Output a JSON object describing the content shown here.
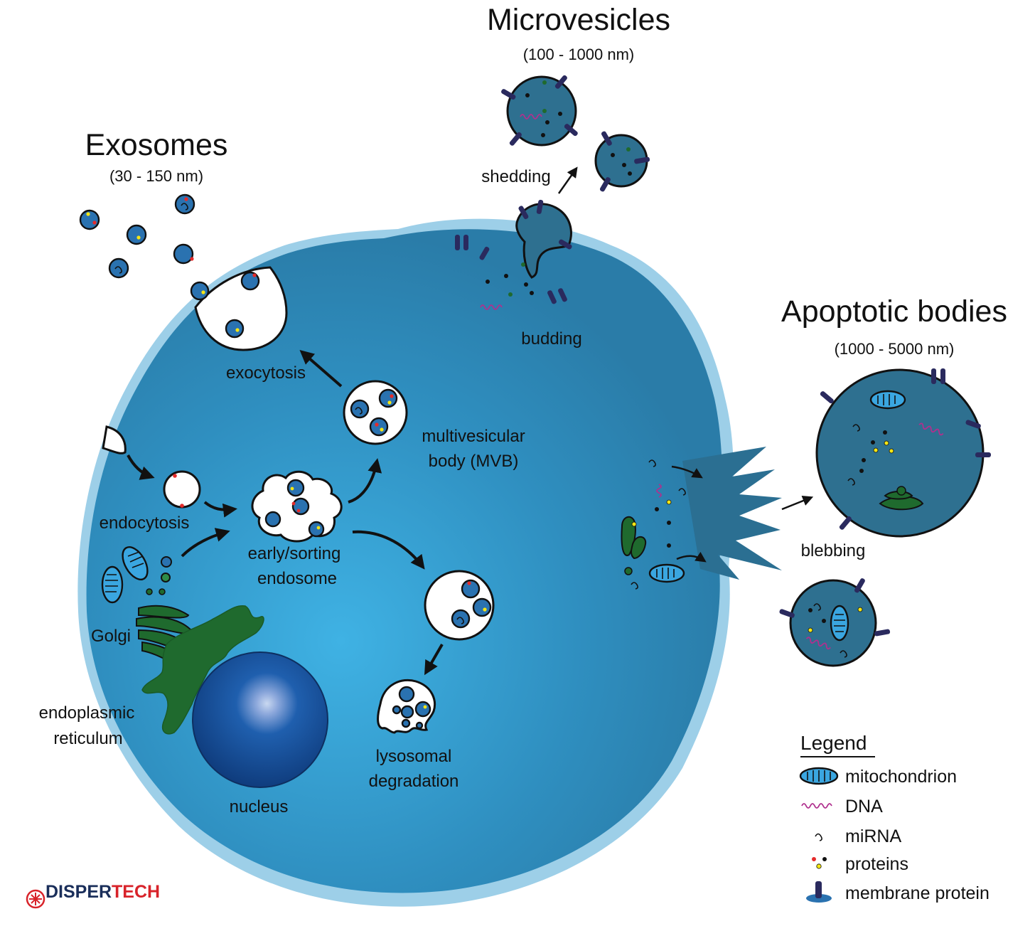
{
  "exosomes": {
    "title": "Exosomes",
    "size": "(30 - 150 nm)"
  },
  "microvesicles": {
    "title": "Microvesicles",
    "size": "(100 - 1000 nm)"
  },
  "apoptotic_bodies": {
    "title": "Apoptotic bodies",
    "size": "(1000 - 5000 nm)"
  },
  "labels": {
    "shedding": "shedding",
    "budding": "budding",
    "exocytosis": "exocytosis",
    "mvb_line1": "multivesicular",
    "mvb_line2": "body (MVB)",
    "endocytosis": "endocytosis",
    "early_line1": "early/sorting",
    "early_line2": "endosome",
    "golgi": "Golgi",
    "er_line1": "endoplasmic",
    "er_line2": "reticulum",
    "nucleus": "nucleus",
    "lyso_line1": "lysosomal",
    "lyso_line2": "degradation",
    "blebbing": "blebbing"
  },
  "legend": {
    "title": "Legend",
    "items": [
      {
        "icon": "mitochondrion-icon",
        "label": "mitochondrion"
      },
      {
        "icon": "dna-icon",
        "label": "DNA"
      },
      {
        "icon": "mirna-icon",
        "label": "miRNA"
      },
      {
        "icon": "proteins-icon",
        "label": "proteins"
      },
      {
        "icon": "membrane-protein-icon",
        "label": "membrane protein"
      }
    ]
  },
  "logo": {
    "part1": "DISPER",
    "part2": "TECH"
  },
  "colors": {
    "cell": "#2f8fc0",
    "cell_center": "#3fb0e2",
    "vesicle_body": "#2e7090",
    "exosome": "#2a72b0",
    "golgi": "#1f6a2e",
    "dna": "#b0308e",
    "membrane_protein": "#2a2a5e",
    "logo_red": "#d8232a",
    "logo_navy": "#1a2e5a"
  }
}
